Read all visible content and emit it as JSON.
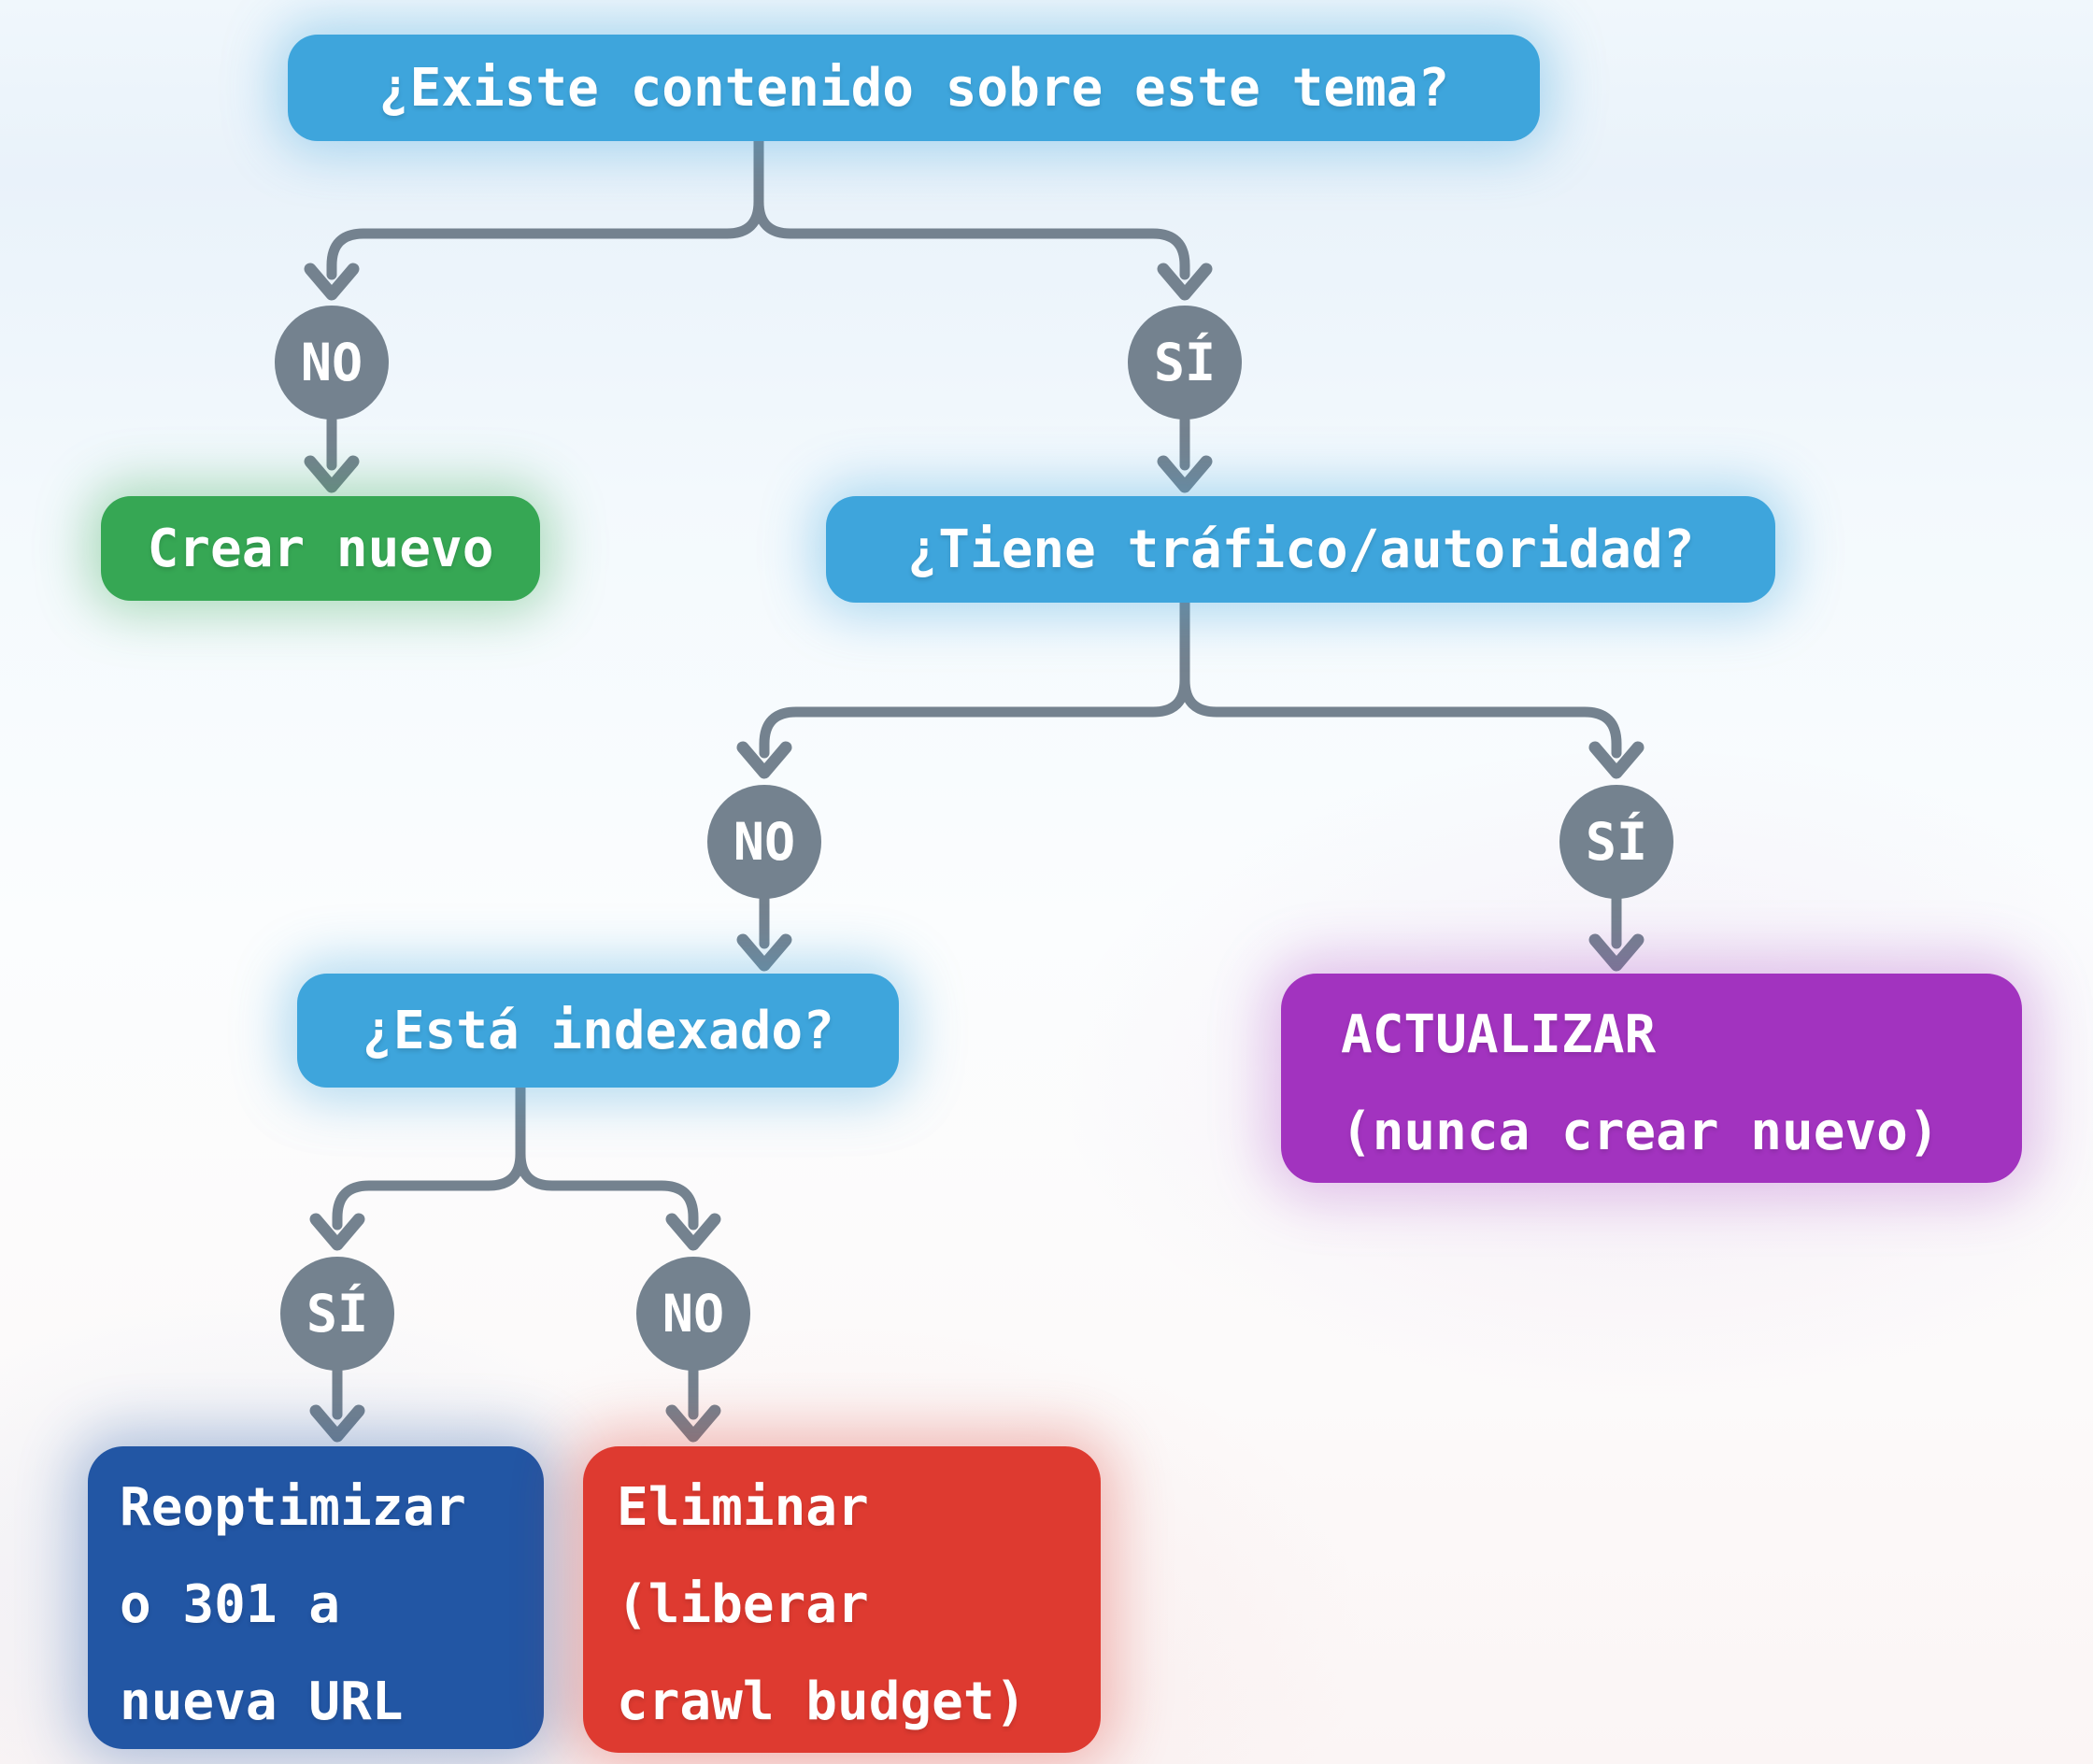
{
  "colors": {
    "question-blue": "#3EA5DC",
    "action-green": "#36A754",
    "action-purple": "#A233BF",
    "action-dark-blue": "#2256A4",
    "action-red": "#DE3A30",
    "connector-gray": "#74828F",
    "text-white": "#FFFFFF"
  },
  "nodes": {
    "q_existe": {
      "label": "¿Existe contenido sobre este tema?"
    },
    "crear_nuevo": {
      "label": "Crear nuevo"
    },
    "q_trafico": {
      "label": "¿Tiene tráfico/autoridad?"
    },
    "q_indexado": {
      "label": "¿Está indexado?"
    },
    "actualizar": {
      "lines": [
        "ACTUALIZAR",
        "(nunca crear nuevo)"
      ]
    },
    "reoptimizar": {
      "lines": [
        "Reoptimizar",
        "o 301 a",
        "nueva URL"
      ]
    },
    "eliminar": {
      "lines": [
        "Eliminar",
        "(liberar",
        "crawl budget)"
      ]
    }
  },
  "edges": {
    "existe_no": "NO",
    "existe_si": "SÍ",
    "trafico_no": "NO",
    "trafico_si": "SÍ",
    "indexado_si": "SÍ",
    "indexado_no": "NO"
  }
}
